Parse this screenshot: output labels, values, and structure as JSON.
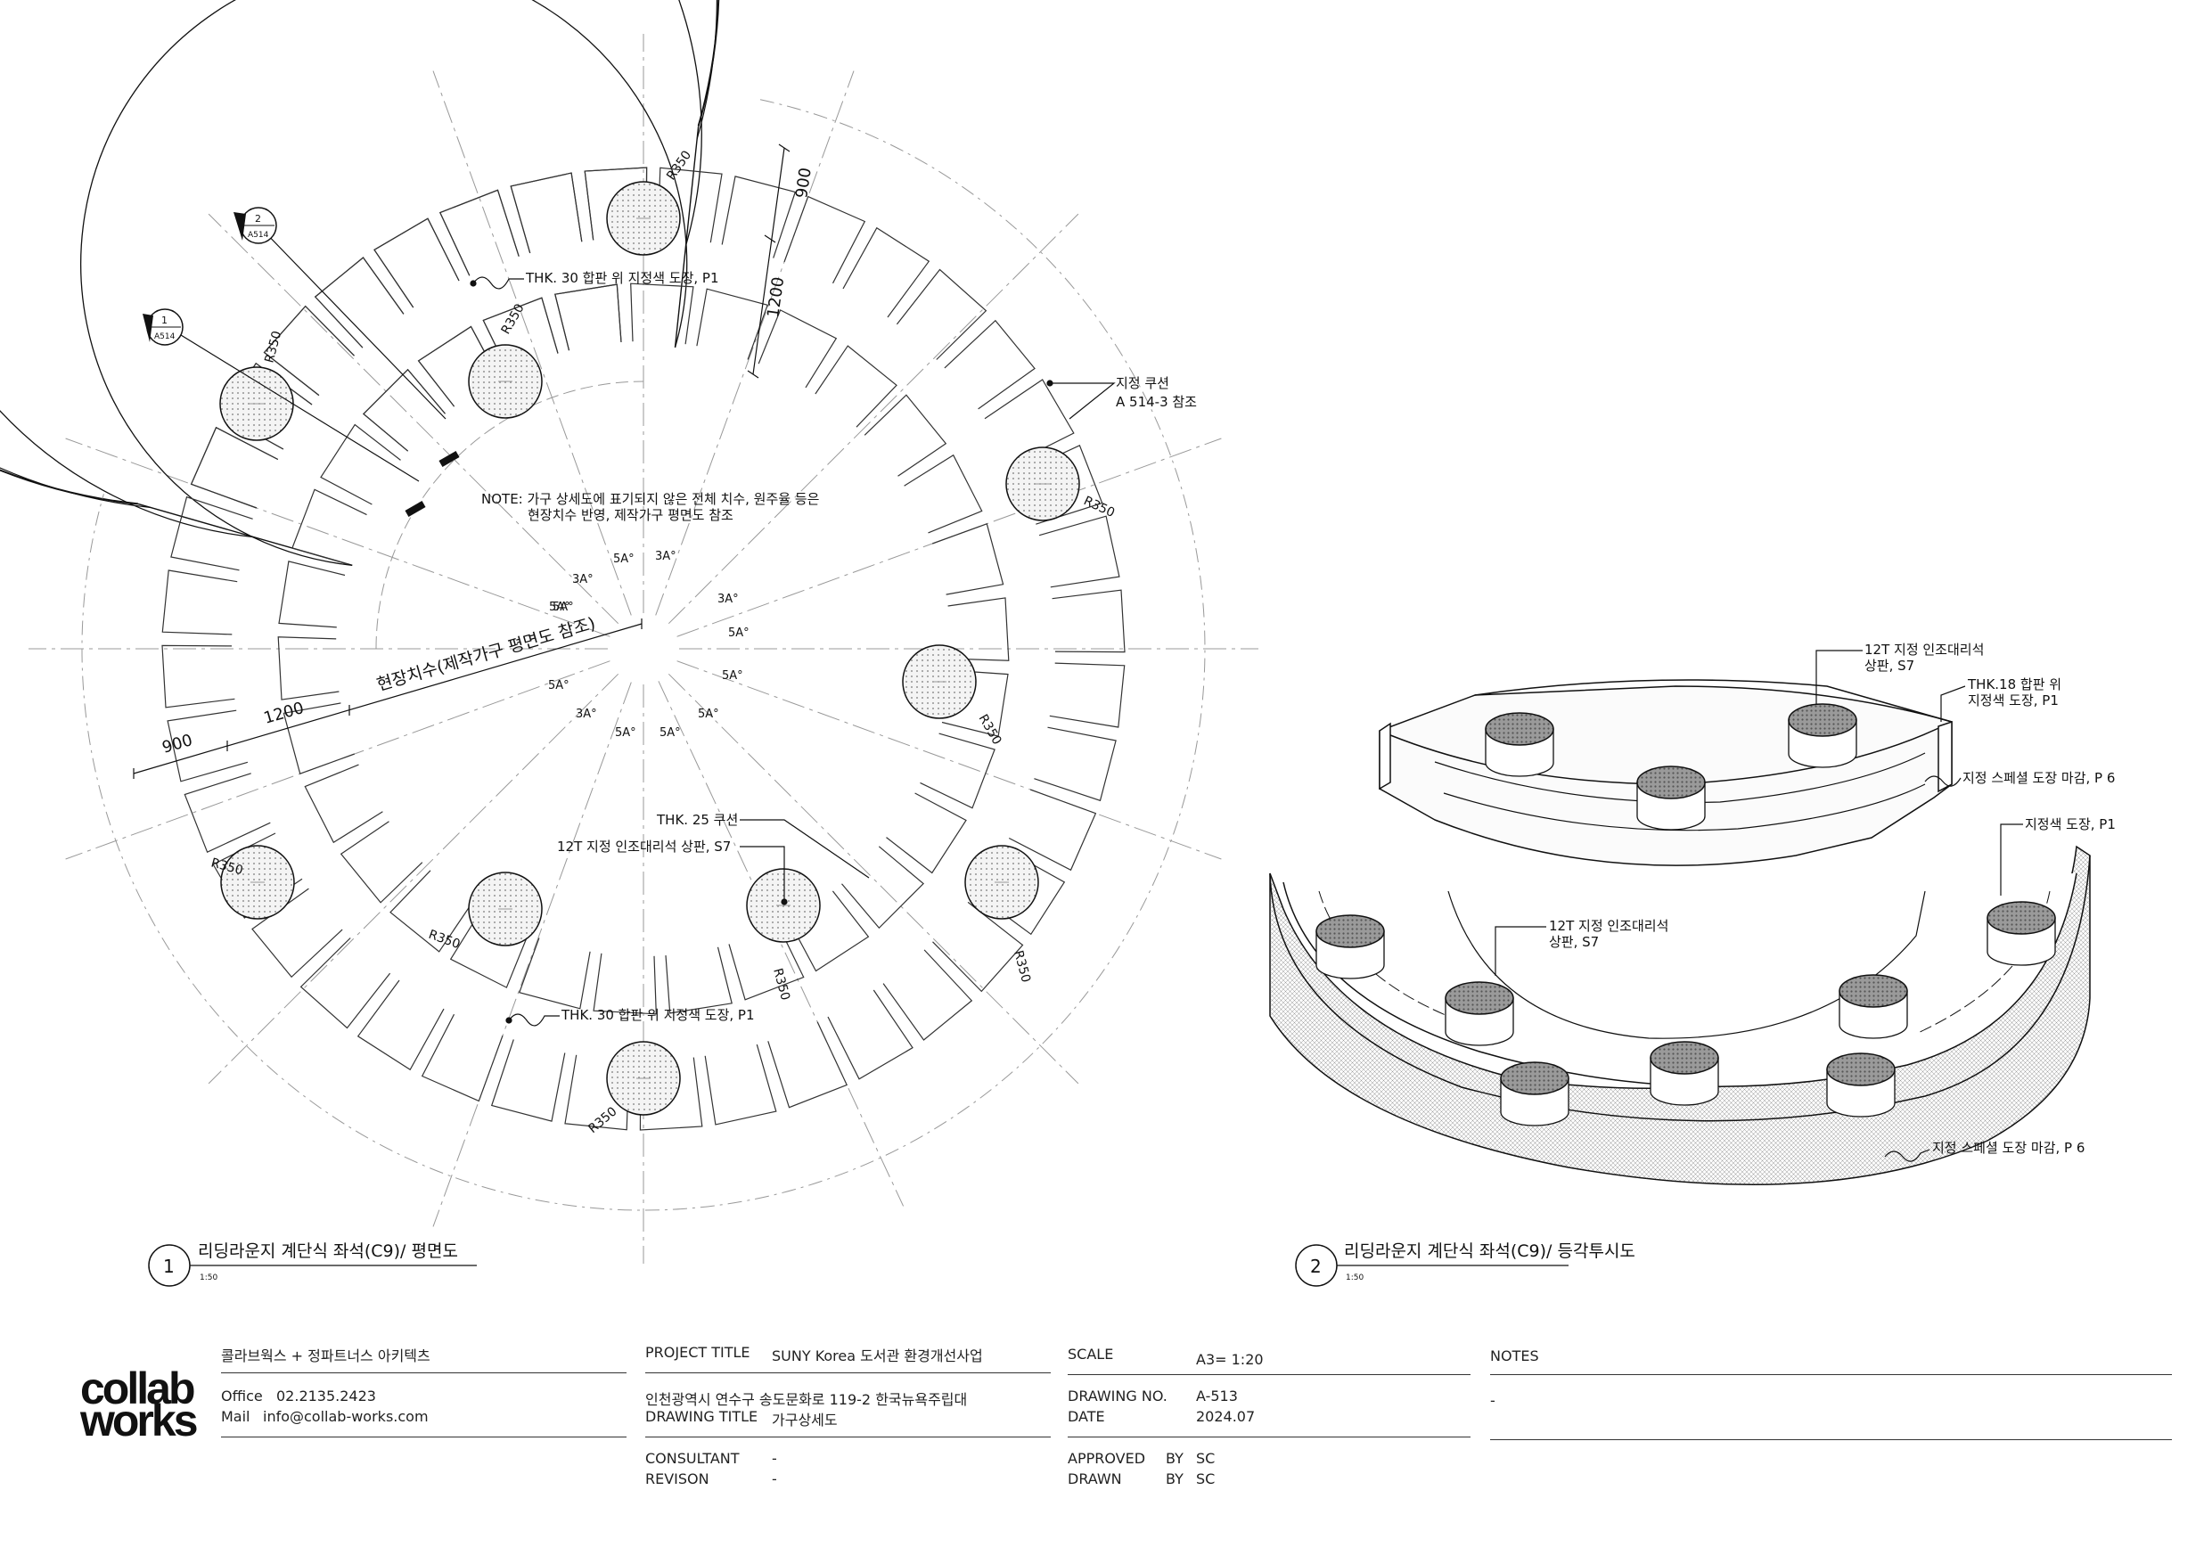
{
  "plan": {
    "title": "리딩라운지 계단식 좌석(C9)/ 평면도",
    "number": "1",
    "scale": "1:50",
    "labels": {
      "top_callout": "THK. 30 합판 위 지정색 도장, P1",
      "bottom_callout": "THK. 30 합판 위 지정색 도장, P1",
      "cushion_line1": "지정 쿠션",
      "cushion_line2": "A 514-3 참조",
      "note_line1": "NOTE: 가구 상세도에 표기되지 않은 전체 치수, 원주율 등은",
      "note_line2": "현장치수 반영, 제작가구 평면도 참조",
      "field_dim": "현장치수(제작가구 평면도 참조)",
      "cushion_thk": "THK. 25 쿠션",
      "marble_top": "12T 지정 인조대리석 상판, S7",
      "dim_900_top": "900",
      "dim_1200_top": "1200",
      "dim_900_left": "900",
      "dim_1200_left": "1200",
      "section_2_num": "2",
      "section_2_ref": "A514",
      "section_1_num": "1",
      "section_1_ref": "A514"
    },
    "radius_label": "R350",
    "angle_labels": [
      "3A°",
      "5A°",
      "3A°",
      "5A°",
      "3A°",
      "5A°",
      "5A°",
      "5A°",
      "5A°",
      "5A°",
      "3A°",
      "5A°",
      "5A°"
    ]
  },
  "iso": {
    "title": "리딩라운지 계단식 좌석(C9)/ 등각투시도",
    "number": "2",
    "scale": "1:50",
    "labels": {
      "marble_line1": "12T 지정 인조대리석",
      "marble_line2": "상판, S7",
      "ply_line1": "THK.18 합판 위",
      "ply_line2": "지정색 도장, P1",
      "special_paint_1": "지정 스페셜 도장 마감, P 6",
      "paint_p1": "지정색 도장, P1",
      "marble2_line1": "12T 지정 인조대리석",
      "marble2_line2": "상판, S7",
      "special_paint_2": "지정 스페셜 도장 마감, P 6"
    }
  },
  "title_block": {
    "logo_line1": "collab",
    "logo_line2": "works",
    "firm": "콜라브웍스 + 정파트너스 아키텍츠",
    "office_label": "Office",
    "office_value": "02.2135.2423",
    "mail_label": "Mail",
    "mail_value": "info@collab-works.com",
    "project_title_label": "PROJECT TITLE",
    "project_title_value": "SUNY Korea 도서관 환경개선사업",
    "address": "인천광역시 연수구 송도문화로 119-2 한국뉴욕주립대",
    "drawing_title_label": "DRAWING TITLE",
    "drawing_title_value": "가구상세도",
    "consultant_label": "CONSULTANT",
    "consultant_value": "-",
    "revision_label": "REVISON",
    "revision_value": "-",
    "scale_label": "SCALE",
    "scale_value": "A3= 1:20",
    "drawing_no_label": "DRAWING NO.",
    "drawing_no_value": "A-513",
    "date_label": "DATE",
    "date_value": "2024.07",
    "approved_label": "APPROVED",
    "approved_by": "BY",
    "approved_value": "SC",
    "drawn_label": "DRAWN",
    "drawn_by": "BY",
    "drawn_value": "SC",
    "notes_label": "NOTES",
    "notes_value": "-"
  }
}
